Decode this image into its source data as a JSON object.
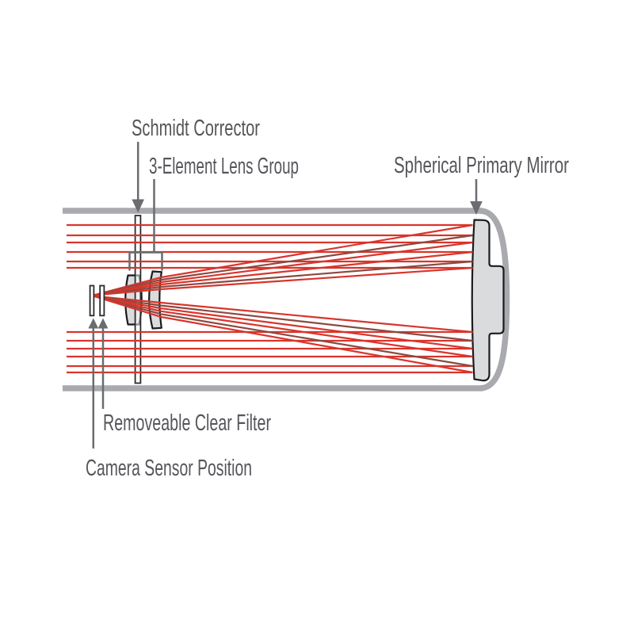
{
  "diagram": {
    "labels": {
      "schmidt_corrector": "Schmidt Corrector",
      "lens_group": "3-Element Lens Group",
      "primary_mirror": "Spherical Primary Mirror",
      "clear_filter": "Removeable Clear Filter",
      "camera_sensor": "Camera Sensor Position"
    },
    "colors": {
      "background": "#ffffff",
      "ray_red": "#d8352c",
      "ray_dark": "#8a4a41",
      "tube_gray": "#a8aaad",
      "optic_fill": "#dadbdd",
      "optic_outline": "#1b1b1d",
      "plate_outline": "#2b2b2d",
      "pointer_gray": "#6b6c6f",
      "label_text": "#55565a"
    }
  }
}
